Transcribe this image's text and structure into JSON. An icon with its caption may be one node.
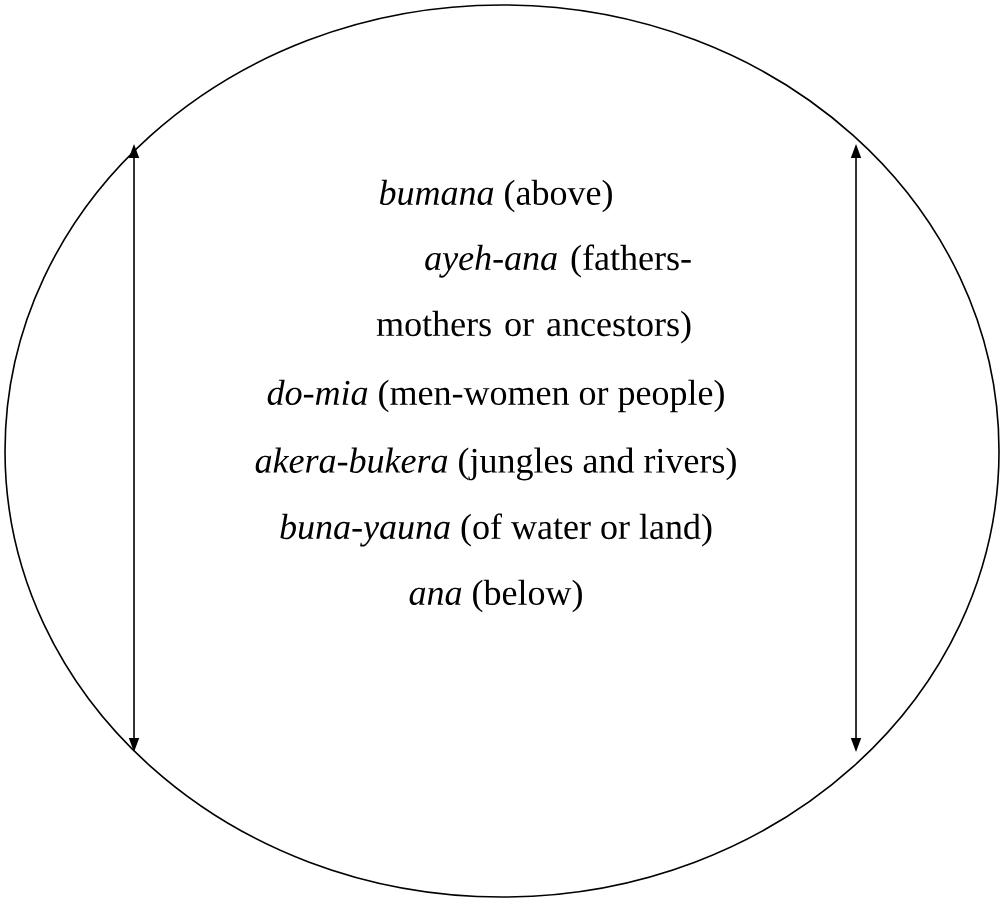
{
  "diagram": {
    "nodes": [
      {
        "text": [
          "*bumana* (above)",
          "*ayeh-ana* (fathers-mothers or ancestors)",
          "*do-mia* (men-women or people)",
          "*akera-bukera* (jungles and rivers)",
          "*buna-yauna* (of water or land)",
          "*ana* (below)"
        ]
      }
    ]
  }
}
